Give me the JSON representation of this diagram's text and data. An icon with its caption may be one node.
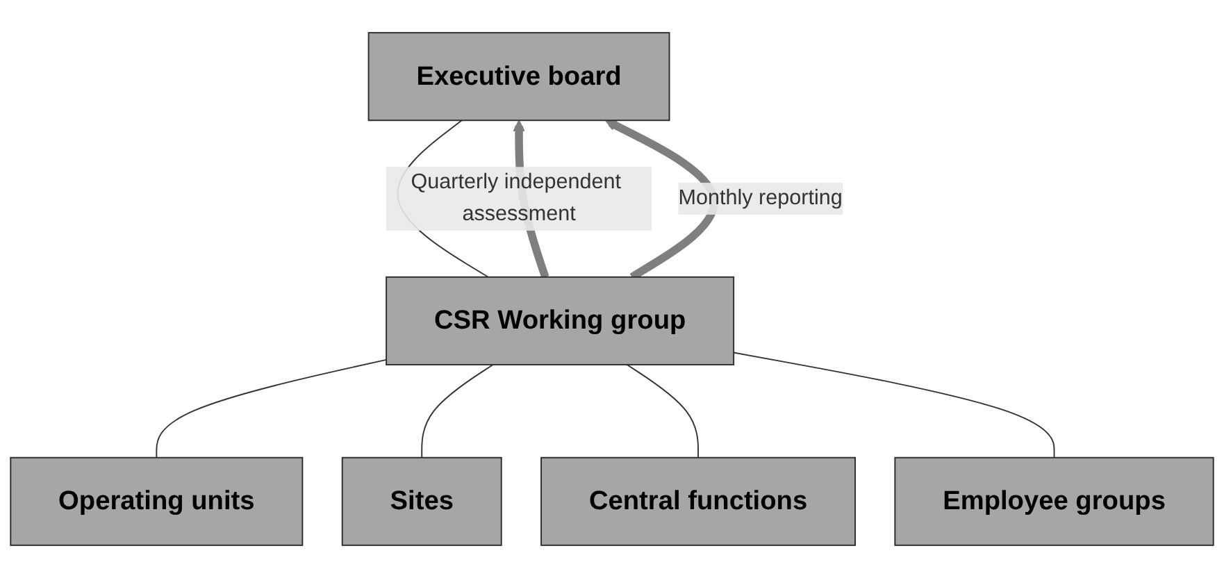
{
  "diagram": {
    "nodes": [
      {
        "text": [
          "Executive board"
        ]
      },
      {
        "text": [
          "CSR Working group"
        ]
      },
      {
        "text": [
          "Operating units"
        ]
      },
      {
        "text": [
          "Sites"
        ]
      },
      {
        "text": [
          "Central functions"
        ]
      },
      {
        "text": [
          "Employee groups"
        ]
      }
    ],
    "edges": [
      {
        "from": 0,
        "to": 1,
        "arrow": "none"
      },
      {
        "from": 1,
        "to": 0,
        "arrow": "to",
        "label": "Quarterly independent assessment",
        "style": "thick",
        "color": "#7f7f7f"
      },
      {
        "from": 1,
        "to": 0,
        "arrow": "to",
        "label": "Monthly reporting",
        "style": "thick",
        "color": "#7f7f7f"
      },
      {
        "from": 1,
        "to": 2,
        "arrow": "none"
      },
      {
        "from": 1,
        "to": 3,
        "arrow": "none"
      },
      {
        "from": 1,
        "to": 4,
        "arrow": "none"
      },
      {
        "from": 1,
        "to": 5,
        "arrow": "none"
      }
    ]
  }
}
